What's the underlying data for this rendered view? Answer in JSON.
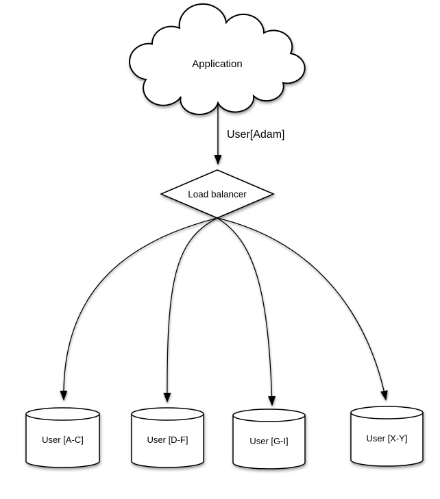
{
  "diagram": {
    "application": {
      "label": "Application",
      "shape": "cloud"
    },
    "request_edge": {
      "label": "User[Adam]"
    },
    "load_balancer": {
      "label": "Load balancer",
      "shape": "diamond"
    },
    "shards": [
      {
        "label": "User [A-C]",
        "shape": "cylinder"
      },
      {
        "label": "User [D-F]",
        "shape": "cylinder"
      },
      {
        "label": "User [G-I]",
        "shape": "cylinder"
      },
      {
        "label": "User [X-Y]",
        "shape": "cylinder"
      }
    ],
    "colors": {
      "stroke": "#000000",
      "fill": "#ffffff",
      "background": "#ffffff",
      "shadow": "rgba(0,0,0,0.40)"
    }
  }
}
